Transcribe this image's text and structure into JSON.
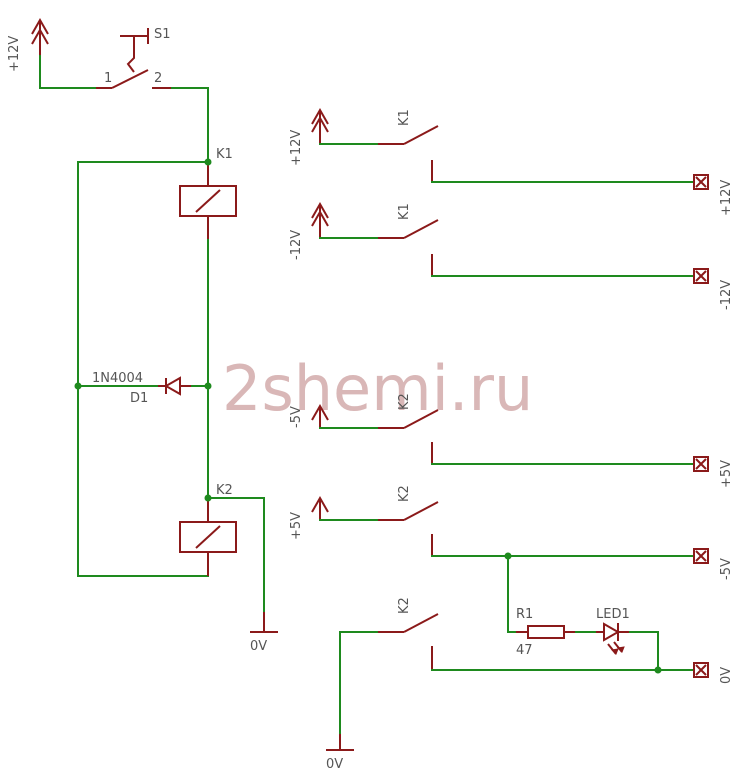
{
  "watermark": "2shemi.ru",
  "labels": {
    "s1": "S1",
    "s1_pin1": "1",
    "s1_pin2": "2",
    "supply_main": "+12V",
    "k1_coil": "K1",
    "k2_coil": "K2",
    "diode_part": "1N4004",
    "diode_ref": "D1",
    "coil_ground": "0V",
    "r1_ref": "R1",
    "r1_value": "47",
    "led_ref": "LED1",
    "out_ground": "0V"
  },
  "relay_contacts": [
    {
      "relay": "K1",
      "input": "+12V",
      "output": "+12V"
    },
    {
      "relay": "K1",
      "input": "-12V",
      "output": "-12V"
    },
    {
      "relay": "K2",
      "input": "-5V",
      "output": "+5V"
    },
    {
      "relay": "K2",
      "input": "+5V",
      "output": "-5V"
    },
    {
      "relay": "K2",
      "input": "",
      "output": "0V"
    }
  ],
  "colors": {
    "wire": "#1e8a1e",
    "component": "#8b1a1a",
    "text": "#555555",
    "watermark": "#d9b7b7"
  }
}
